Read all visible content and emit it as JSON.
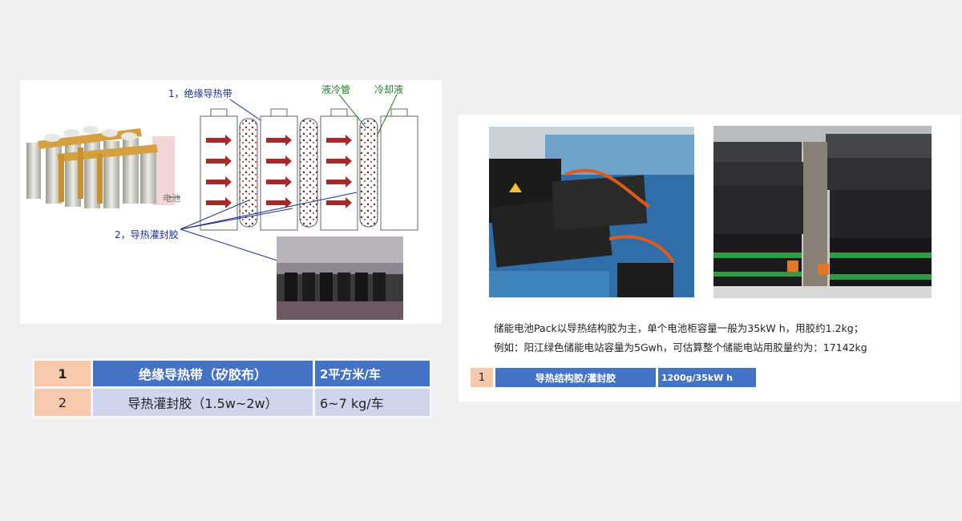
{
  "diagram": {
    "label_1": "1，绝缘导热带",
    "label_liquid_pipe": "液冷管",
    "label_coolant": "冷却液",
    "label_battery": "电池",
    "label_2": "2，导热灌封胶"
  },
  "left_table": {
    "rows": [
      {
        "num": "1",
        "name": "绝缘导热带（矽胶布）",
        "value": "2平方米/车"
      },
      {
        "num": "2",
        "name": "导热灌封胶（1.5w~2w）",
        "value": "6~7 kg/车"
      }
    ]
  },
  "right_panel": {
    "desc_line1": "储能电池Pack以导热结构胶为主，单个电池柜容量一般为35kW h，用胶约1.2kg；",
    "desc_line2": "例如：阳江绿色储能电站容量为5Gwh，可估算整个储能电站用胶量约为：17142kg",
    "table": {
      "num": "1",
      "name": "导热结构胶/灌封胶",
      "value": "1200g/35kW h"
    }
  },
  "colors": {
    "table_header_blue": "#4472c4",
    "table_light_blue": "#cfd6ec",
    "table_num_peach": "#f6c9ac",
    "label_blue": "#1a2e8a",
    "label_green": "#1f7a2a"
  }
}
